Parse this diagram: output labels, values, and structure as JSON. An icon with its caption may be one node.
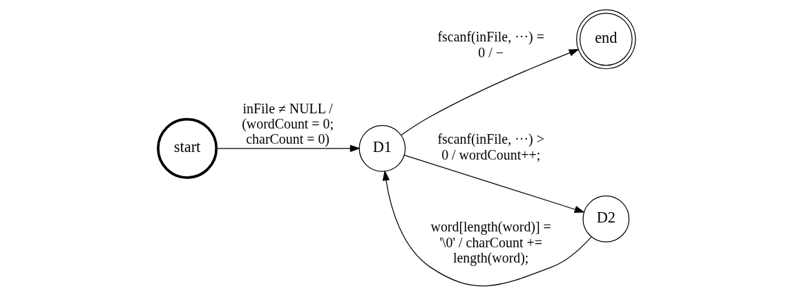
{
  "diagram": {
    "nodes": [
      {
        "text": [
          "start"
        ]
      },
      {
        "text": [
          "D1"
        ]
      },
      {
        "text": [
          "end"
        ]
      },
      {
        "text": [
          "D2"
        ]
      }
    ],
    "edges": [
      {
        "from": 0,
        "to": 1,
        "arrow": "to",
        "label": "inFile ≠ NULL / (wordCount = 0; charCount = 0)"
      },
      {
        "from": 1,
        "to": 2,
        "arrow": "to",
        "label": "fscanf(inFile, ···) = 0 / −"
      },
      {
        "from": 1,
        "to": 3,
        "arrow": "to",
        "label": "fscanf(inFile, ···) > 0 / wordCount++;"
      },
      {
        "from": 3,
        "to": 1,
        "arrow": "to",
        "label": "word[length(word)] = '\\0' / charCount += length(word);"
      }
    ]
  }
}
